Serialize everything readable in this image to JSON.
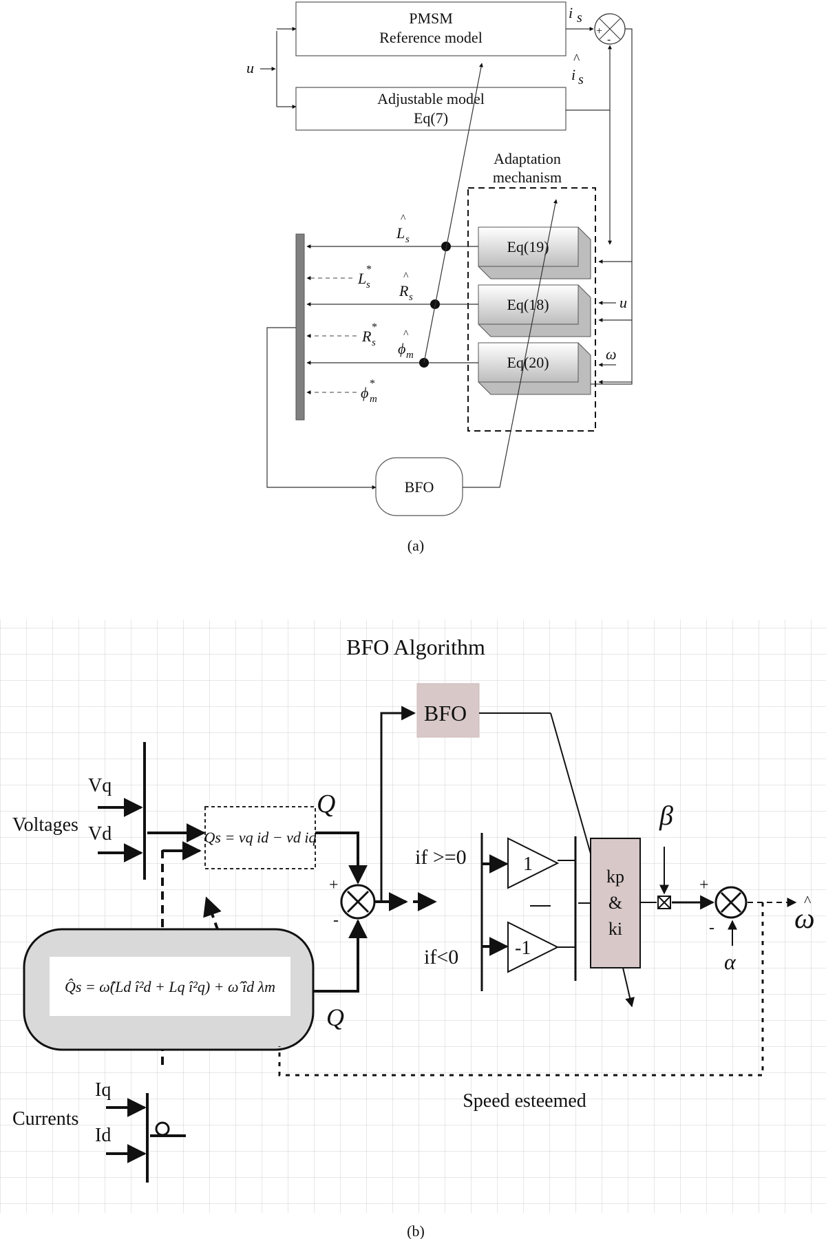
{
  "panel_a": {
    "caption": "(a)",
    "reference_model": {
      "line1": "PMSM",
      "line2": "Reference model"
    },
    "adjustable_model": {
      "line1": "Adjustable model",
      "line2": "Eq(7)"
    },
    "input_u": "u",
    "output_is": "i",
    "output_is_sub": "s",
    "output_is_hat": "i",
    "output_is_hat_sub": "s",
    "hat_symbol": "^",
    "sum_plus": "+",
    "sum_minus": "-",
    "adaptation_title_line1": "Adaptation",
    "adaptation_title_line2": "mechanism",
    "eq_blocks": [
      "Eq(19)",
      "Eq(18)",
      "Eq(20)"
    ],
    "side_inputs": {
      "u": "u",
      "omega": "ω"
    },
    "estimates": [
      {
        "base": "L",
        "sub": "s"
      },
      {
        "base": "R",
        "sub": "s"
      },
      {
        "base": "ϕ",
        "sub": "m"
      }
    ],
    "references": [
      {
        "base": "L",
        "sub": "s",
        "sup": "*"
      },
      {
        "base": "R",
        "sub": "s",
        "sup": "*"
      },
      {
        "base": "ϕ",
        "sub": "m",
        "sup": "*"
      }
    ],
    "bfo_label": "BFO"
  },
  "panel_b": {
    "caption": "(b)",
    "title": "BFO   Algorithm",
    "bfo_block": "BFO",
    "voltages_label": "Voltages",
    "vq": "Vq",
    "vd": "Vd",
    "currents_label": "Currents",
    "iq": "Iq",
    "id": "Id",
    "q_label": "Q",
    "qhat_label": "Q",
    "qs_equation": "Qs = vq id − vd iq",
    "qhat_equation": "Q̂s = ω̂(Ld î²d + Lq î²q) + ω̂ îd λm",
    "sum_plus": "+",
    "sum_minus": "-",
    "cond_pos": "if >=0",
    "cond_neg": "if<0",
    "gain_pos": "1",
    "gain_neg": "-1",
    "pi_block": [
      "kp",
      "&",
      "ki"
    ],
    "beta": "β",
    "alpha": "α",
    "omega_hat": "ω",
    "speed_label": "Speed esteemed"
  }
}
